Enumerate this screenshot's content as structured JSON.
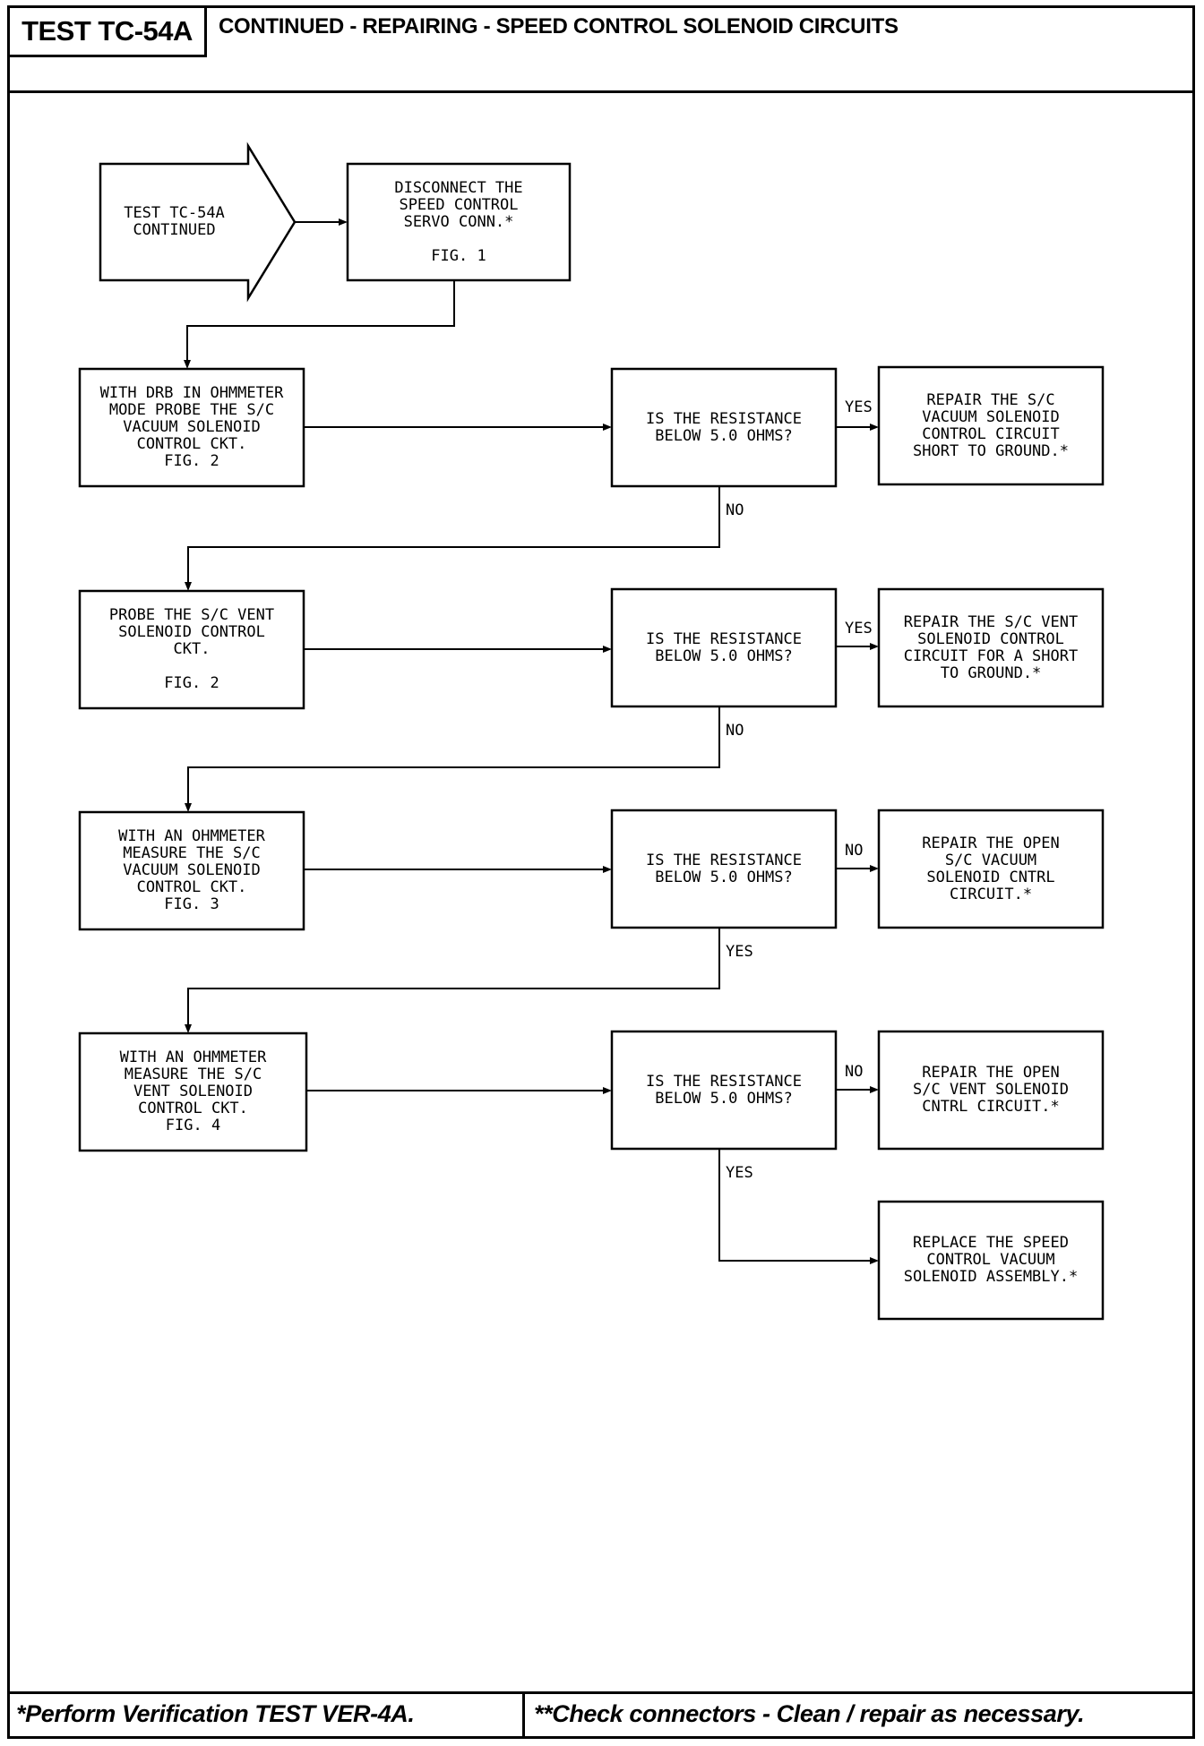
{
  "header": {
    "test_id": "TEST TC-54A",
    "title": "CONTINUED - REPAIRING - SPEED CONTROL SOLENOID CIRCUITS"
  },
  "footer": {
    "left_note": "*Perform Verification TEST VER-4A.",
    "right_note": "**Check connectors - Clean / repair as necessary."
  },
  "flowchart": {
    "start": {
      "text": "TEST TC-54A\nCONTINUED"
    },
    "disconnect": {
      "text": "DISCONNECT THE\nSPEED CONTROL\nSERVO CONN.*\n\nFIG. 1"
    },
    "step1": {
      "text": "WITH DRB IN OHMMETER\nMODE PROBE THE S/C\nVACUUM SOLENOID\nCONTROL CKT.\nFIG. 2"
    },
    "q1": {
      "text": "IS THE RESISTANCE\nBELOW 5.0 OHMS?"
    },
    "r1": {
      "text": "REPAIR THE S/C\nVACUUM SOLENOID\nCONTROL CIRCUIT\nSHORT TO GROUND.*"
    },
    "step2": {
      "text": "PROBE THE S/C VENT\nSOLENOID CONTROL\nCKT.\n\nFIG. 2"
    },
    "q2": {
      "text": "IS THE RESISTANCE\nBELOW 5.0 OHMS?"
    },
    "r2": {
      "text": "REPAIR THE S/C VENT\nSOLENOID CONTROL\nCIRCUIT FOR A SHORT\nTO GROUND.*"
    },
    "step3": {
      "text": "WITH AN OHMMETER\nMEASURE THE S/C\nVACUUM SOLENOID\nCONTROL CKT.\nFIG. 3"
    },
    "q3": {
      "text": "IS THE RESISTANCE\nBELOW 5.0 OHMS?"
    },
    "r3": {
      "text": "REPAIR THE OPEN\nS/C VACUUM\nSOLENOID CNTRL\nCIRCUIT.*"
    },
    "step4": {
      "text": "WITH AN OHMMETER\nMEASURE THE S/C\nVENT SOLENOID\nCONTROL CKT.\nFIG. 4"
    },
    "q4": {
      "text": "IS THE RESISTANCE\nBELOW 5.0 OHMS?"
    },
    "r4": {
      "text": "REPAIR THE OPEN\nS/C VENT SOLENOID\nCNTRL CIRCUIT.*"
    },
    "r5": {
      "text": "REPLACE THE SPEED\nCONTROL VACUUM\nSOLENOID ASSEMBLY.*"
    },
    "labels": {
      "q1_right": "YES",
      "q1_down": "NO",
      "q2_right": "YES",
      "q2_down": "NO",
      "q3_right": "NO",
      "q3_down": "YES",
      "q4_right": "NO",
      "q4_down": "YES"
    }
  }
}
